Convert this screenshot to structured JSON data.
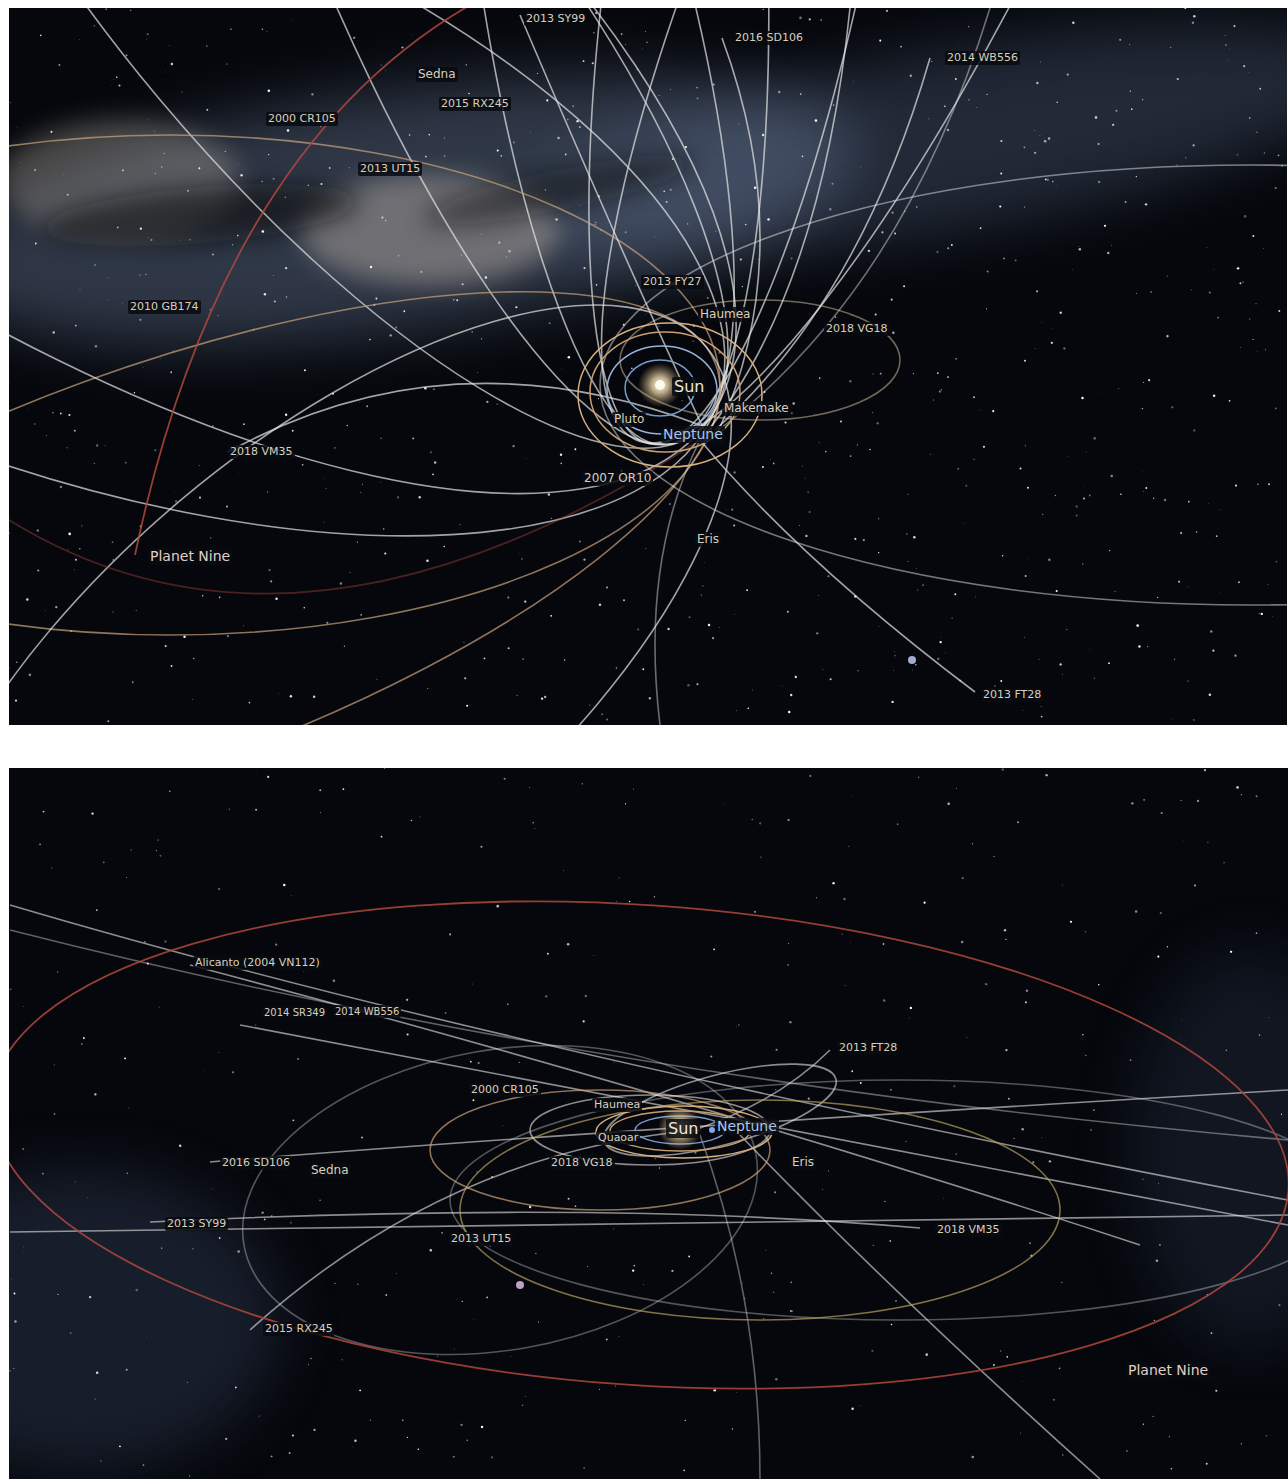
{
  "diagram": {
    "labels": [
      "2013 SY99",
      "2016 SD106",
      "2014 WB556",
      "Sedna",
      "2015 RX245",
      "2000 CR105",
      "2013 UT15",
      "2010 GB174",
      "2013 FY27",
      "Haumea",
      "2018 VG18",
      "Sun",
      "Makemake",
      "Pluto",
      "Neptune",
      "2018 VM35",
      "2007 OR10",
      "Eris",
      "Planet Nine",
      "2013 FT28",
      "Alicanto (2004 VN112)",
      "2014 SR349",
      "2014 WB556",
      "2013 FT28",
      "2000 CR105",
      "Haumea",
      "Quaoar",
      "Sun",
      "Neptune",
      "2016 SD106",
      "Sedna",
      "2018 VG18",
      "Eris",
      "2013 SY99",
      "2013 UT15",
      "2018 VM35",
      "2015 RX245",
      "Planet Nine"
    ]
  }
}
